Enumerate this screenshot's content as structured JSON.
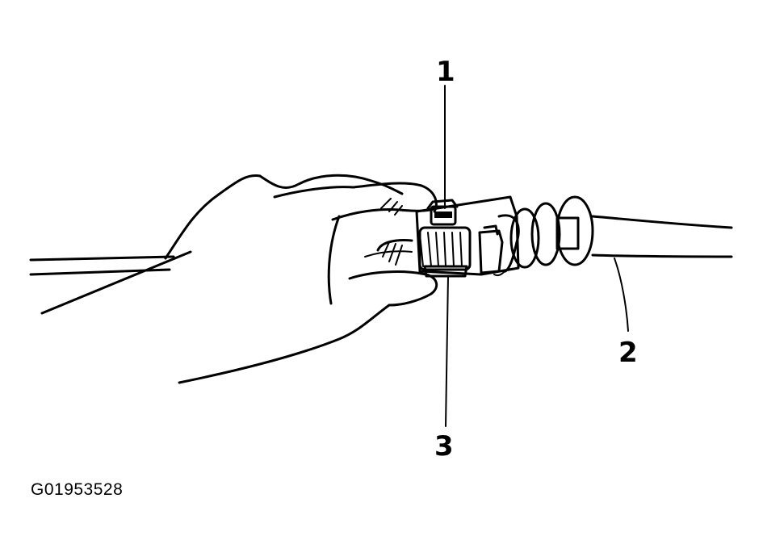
{
  "figure": {
    "id_text": "G01953528",
    "callouts": [
      {
        "number": "1"
      },
      {
        "number": "2"
      },
      {
        "number": "3"
      }
    ]
  }
}
